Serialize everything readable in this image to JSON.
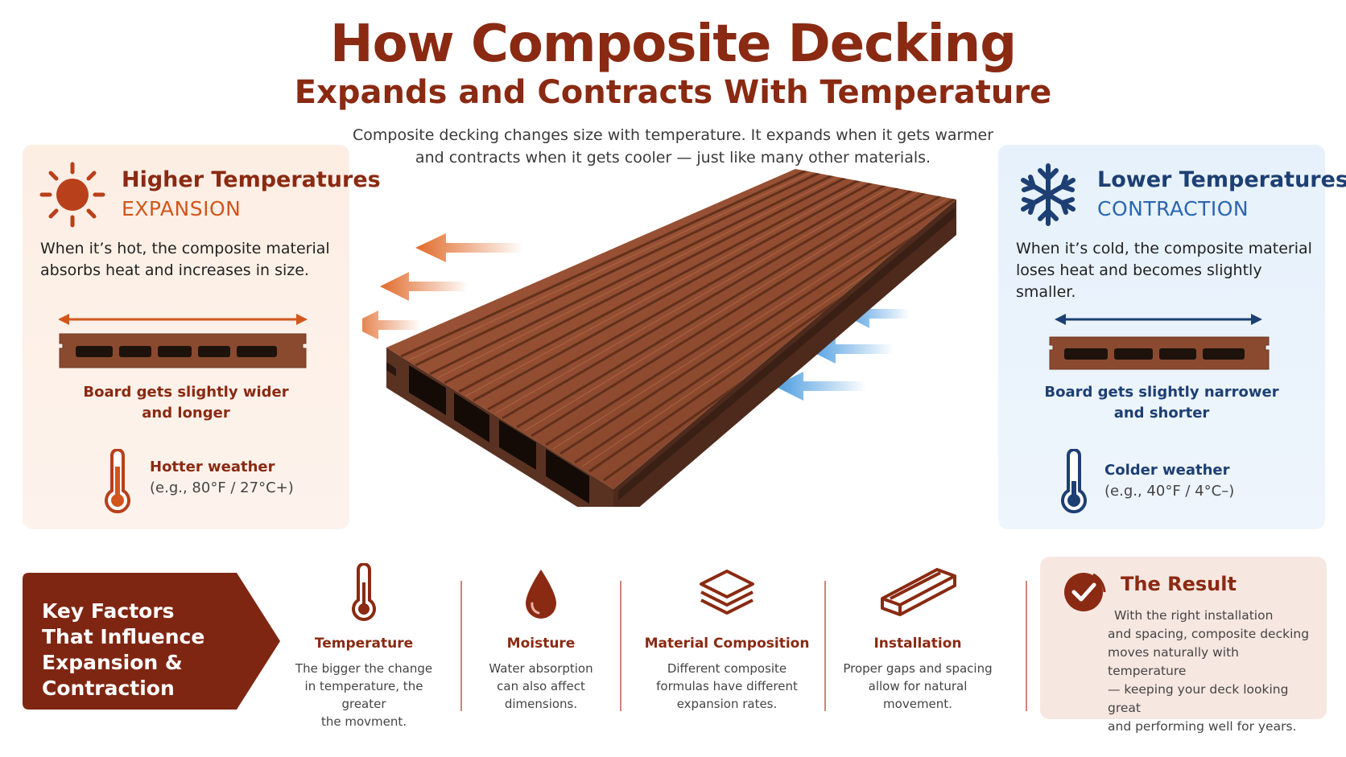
{
  "header": {
    "title": "How Composite Decking",
    "subtitle": "Expands and Contracts With Temperature",
    "intro": "Composite decking changes size with temperature. It expands when it gets warmer and contracts when it gets cooler — just like many other materials."
  },
  "hot_panel": {
    "title": "Higher Temperatures",
    "subtitle": "EXPANSION",
    "description": "When it’s hot, the composite material absorbs heat and increases in size.",
    "board_caption_line1": "Board gets slightly wider",
    "board_caption_line2": "and longer",
    "weather_title": "Hotter weather",
    "weather_value": "(e.g., 80°F / 27°C+)",
    "icon": "sun-icon",
    "accent": "#d2561c"
  },
  "cold_panel": {
    "title": "Lower Temperatures",
    "subtitle": "CONTRACTION",
    "description": "When it’s cold, the composite material loses heat and becomes slightly smaller.",
    "board_caption_line1": "Board gets slightly narrower",
    "board_caption_line2": "and shorter",
    "weather_title": "Colder weather",
    "weather_value": "(e.g., 40°F / 4°C–)",
    "icon": "snowflake-icon",
    "accent": "#2b66b0"
  },
  "key_factors": {
    "heading_line1": "Key Factors",
    "heading_line2": "That Influence",
    "heading_line3": "Expansion & Contraction",
    "items": [
      {
        "title": "Temperature",
        "line1": "The bigger the change",
        "line2": "in temperature, the greater",
        "line3": "the movment.",
        "icon": "thermometer-icon"
      },
      {
        "title": "Moisture",
        "line1": "Water absorption",
        "line2": "can also affect",
        "line3": "dimensions.",
        "icon": "water-drop-icon"
      },
      {
        "title": "Material Composition",
        "line1": "Different composite",
        "line2": "formulas have different",
        "line3": "expansion rates.",
        "icon": "layers-icon"
      },
      {
        "title": "Installation",
        "line1": "Proper gaps and spacing",
        "line2": "allow for natural movement.",
        "line3": "",
        "icon": "plank-icon"
      }
    ]
  },
  "result": {
    "title": "The Result",
    "line1": "With the right installation",
    "line2": "and spacing, composite decking",
    "line3": "moves naturally with temperature",
    "line4": "— keeping your deck looking great",
    "line5": "and performing well for years.",
    "icon": "check-circle-icon"
  },
  "colors": {
    "brand": "#8a2a12",
    "hot": "#e06a2a",
    "cold": "#4a9be0",
    "board": "#8a4a30"
  }
}
